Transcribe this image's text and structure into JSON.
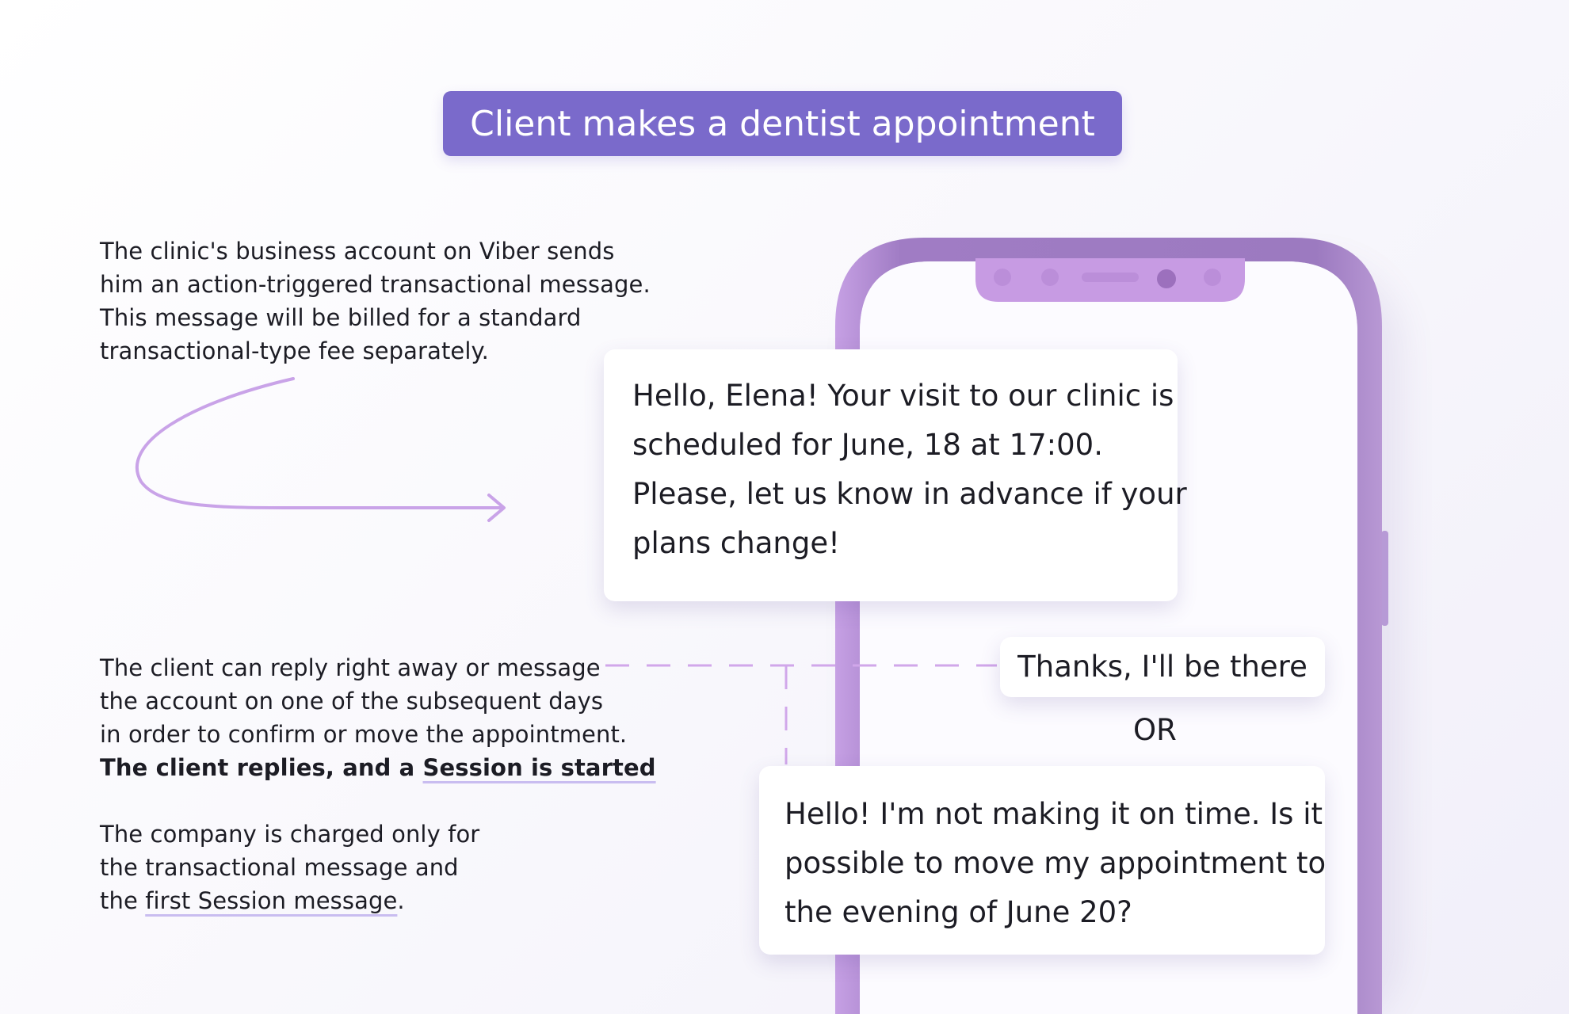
{
  "title": "Client makes a dentist appointment",
  "notes": {
    "transactional": [
      "The clinic's business account on Viber sends",
      "him an action-triggered transactional message.",
      "This message will be billed for a standard",
      "transactional-type fee separately."
    ],
    "reply": {
      "lines": [
        "The client can reply right away or message",
        "the account on one of the subsequent days",
        "in order to confirm or move the appointment."
      ],
      "bold_prefix": "The client replies, and a ",
      "bold_highlight": "Session is started"
    },
    "billing": {
      "lines": [
        "The company is charged only for",
        "the transactional message and"
      ],
      "last_prefix": "the ",
      "last_highlight": "first Session message",
      "last_suffix": "."
    }
  },
  "chat": {
    "business_message": [
      "Hello, Elena! Your visit to our clinic is",
      "scheduled for June, 18 at 17:00.",
      "Please, let us know in advance if your",
      "plans change!"
    ],
    "client_reply_confirm": "Thanks, I'll be there",
    "or_label": "OR",
    "client_reply_move": [
      "Hello! I'm not making it on time. Is it",
      "possible to move my appointment to",
      "the evening of June 20?"
    ]
  },
  "colors": {
    "banner": "#7a6acb",
    "phone_frame": "#9b78bf",
    "accent_lilac": "#c9a3e8",
    "underline": "#c9bdf0"
  }
}
